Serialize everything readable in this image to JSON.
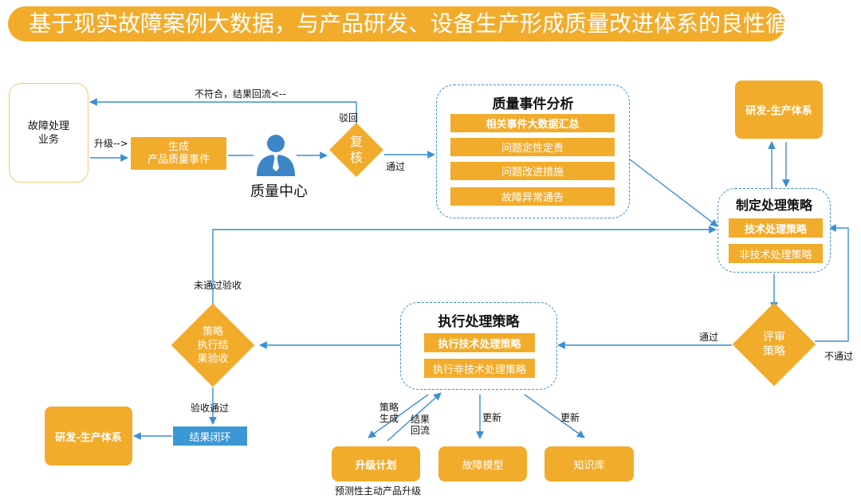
{
  "banner": "基于现实故障案例大数据，与产品研发、设备生产形成质量改进体系的良性循环",
  "fault_business": "故障处理\n业务",
  "upgrade_label": "升级-->",
  "generate_event": "生成\n产品质量事件",
  "quality_center": "质量中心",
  "reject_note": "不符合，结果回流<--",
  "reject_label": "驳回",
  "review": "复\n核",
  "pass_label": "通过",
  "analysis": {
    "title": "质量事件分析",
    "items": [
      "相关事件大数据汇总",
      "问题定性定责",
      "问题改进措施",
      "故障异常通告"
    ]
  },
  "rd_top": "研发-生产体系",
  "strategy": {
    "title": "制定处理策略",
    "items": [
      "技术处理策略",
      "非技术处理策略"
    ]
  },
  "evaluate": "评审\n策略",
  "eval_pass": "通过",
  "eval_fail": "不通过",
  "execute": {
    "title": "执行处理策略",
    "items": [
      "执行技术处理策略",
      "执行非技术处理策略"
    ]
  },
  "not_pass_accept": "未通过验收",
  "accept_check": "策略\n执行结\n果验收",
  "accept_pass": "验收通过",
  "closed_loop": "结果闭环",
  "rd_bottom": "研发-生产体系",
  "plan_gen": "策略\n生成",
  "result_back": "结果\n回流",
  "update1": "更新",
  "update2": "更新",
  "upgrade_plan": "升级计划",
  "fault_model": "故障模型",
  "knowledge_base": "知识库",
  "predictive_upgrade": "预测性主动产品升级",
  "colors": {
    "orange": "#f2ac2c",
    "blue": "#3a8fd3",
    "closed_loop_blue": "#3b97d6"
  }
}
